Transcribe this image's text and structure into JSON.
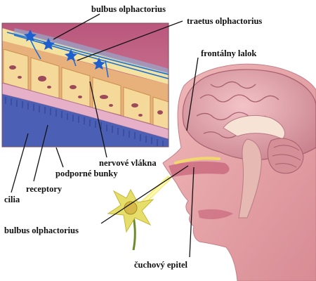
{
  "labels": {
    "bulbus_top": "bulbus olphactorius",
    "tractus": "traetus olphactorius",
    "frontal_lobe": "frontálny lalok",
    "nerve_fibers": "nervové vlákna",
    "support_cells": "podporné bunky",
    "receptors": "receptory",
    "cilia": "cilia",
    "bulbus_bottom": "bulbus olphactorius",
    "epithelium": "čuchový epitel"
  },
  "colors": {
    "skin": "#e4a3a6",
    "brain": "#d99aa4",
    "inset_background": "#c06a86",
    "tissue": "#f0cf8a",
    "nerve": "#1a6fd6",
    "cilia": "#4a5fb0",
    "flower": "#e8e070"
  }
}
